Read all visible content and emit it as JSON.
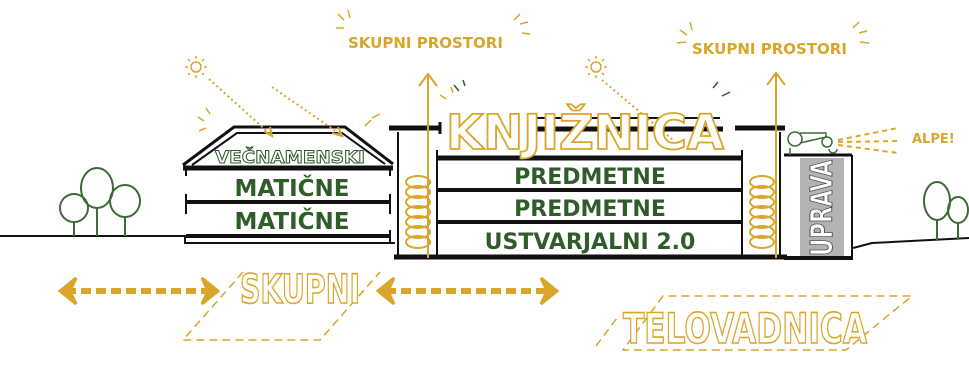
{
  "colors": {
    "gold": "#d9a52a",
    "green": "#2e5d2a",
    "black": "#111111",
    "grey": "#a9a9a9",
    "tree": "#3d6b35"
  },
  "labels": {
    "skupni_prostori_left": "SKUPNI PROSTORI",
    "skupni_prostori_right": "SKUPNI PROSTORI",
    "knjiznica": "KNJIŽNICA",
    "vecnamenski": "VEČNAMENSKI",
    "maticne_1": "MATIČNE",
    "maticne_2": "MATIČNE",
    "predmetne_1": "PREDMETNE",
    "predmetne_2": "PREDMETNE",
    "ustvarjalni": "USTVARJALNI 2.0",
    "uprava": "UPRAVA",
    "alpe": "ALPE!",
    "skupni": "SKUPNI",
    "telovadnica": "TELOVADNICA"
  },
  "icons": [
    "sun-icon",
    "tree-icon",
    "double-arrow-icon",
    "spring-icon",
    "telescope-icon"
  ]
}
